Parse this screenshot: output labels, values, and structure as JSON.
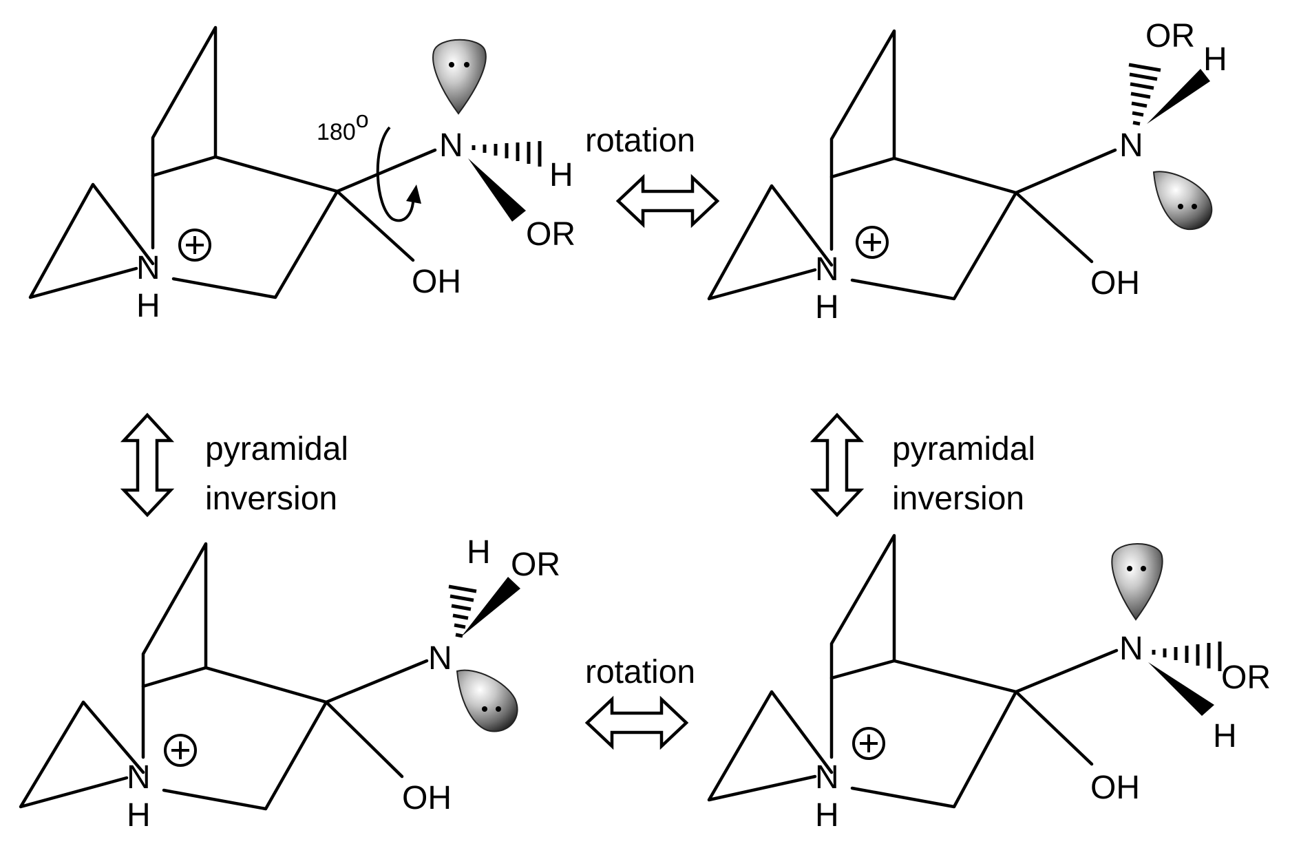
{
  "labels": {
    "rotation": "rotation",
    "pyramidal": "pyramidal",
    "inversion": "inversion",
    "angle": "180",
    "angle_unit": "o",
    "N": "N",
    "H": "H",
    "OR": "OR",
    "OH": "OH",
    "plus": "+"
  },
  "structures": [
    {
      "id": "top-left",
      "nh_dash_substituent": "H",
      "nh_wedge_substituent": "OR",
      "lone_pair": "up"
    },
    {
      "id": "top-right",
      "nh_dash_substituent": "OR",
      "nh_wedge_substituent": "H",
      "lone_pair": "down"
    },
    {
      "id": "bottom-left",
      "nh_dash_substituent": "H",
      "nh_wedge_substituent": "OR",
      "lone_pair": "down"
    },
    {
      "id": "bottom-right",
      "nh_dash_substituent": "OR",
      "nh_wedge_substituent": "H",
      "lone_pair": "up"
    }
  ]
}
